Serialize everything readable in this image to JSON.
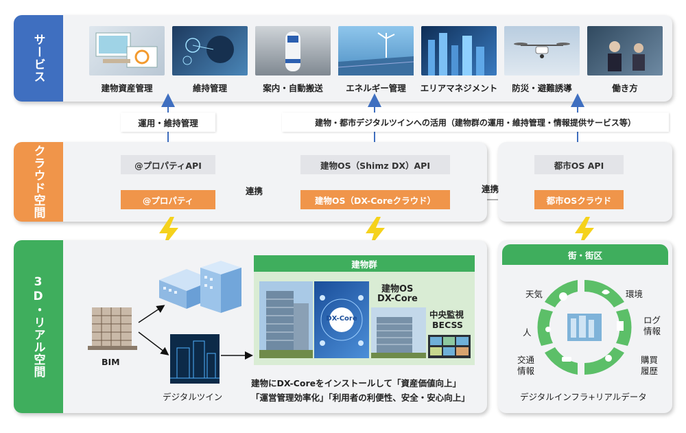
{
  "bands": {
    "service": "サービス",
    "cloud": "クラウド空間",
    "real": "3D・リアル空間"
  },
  "services": [
    {
      "label": "建物資産管理"
    },
    {
      "label": "維持管理"
    },
    {
      "label": "案内・自動搬送"
    },
    {
      "label": "エネルギー管理"
    },
    {
      "label": "エリアマネジメント"
    },
    {
      "label": "防災・避難誘導"
    },
    {
      "label": "働き方"
    }
  ],
  "links": {
    "ops": "運用・維持管理",
    "digital_twin_use": "建物・都市デジタルツインへの活用（建物群の運用・維持管理・情報提供サービス等）"
  },
  "cloud": {
    "property_api": "@プロパティAPI",
    "property": "@プロパティ",
    "os_api": "建物OS（Shimz DX）API",
    "os": "建物OS（DX-Coreクラウド）",
    "city_api": "都市OS API",
    "city": "都市OSクラウド",
    "link1": "連携",
    "link2": "連携"
  },
  "real": {
    "bim": "BIM",
    "twin": "デジタルツイン",
    "group_title": "建物群",
    "os_label_1": "建物OS",
    "os_label_2": "DX-Core",
    "dxcore_logo": "DX-Core",
    "central_1": "中央監視",
    "central_2": "BECSS",
    "note_1": "建物にDX-Coreをインストールして「資産価値向上」",
    "note_2": "「運営管理効率化」「利用者の利便性、安全・安心向上」"
  },
  "district": {
    "title": "街・街区",
    "weather": "天気",
    "environment": "環境",
    "log_1": "ログ",
    "log_2": "情報",
    "people": "人",
    "purchase_1": "購買",
    "purchase_2": "履歴",
    "traffic_1": "交通",
    "traffic_2": "情報",
    "footer": "デジタルインフラ+リアルデータ"
  },
  "colors": {
    "service": "#3f6fc0",
    "cloud": "#f0954a",
    "real": "#3fae5d",
    "arrow": "#3f6fc0",
    "bolt": "#f5d21c"
  }
}
